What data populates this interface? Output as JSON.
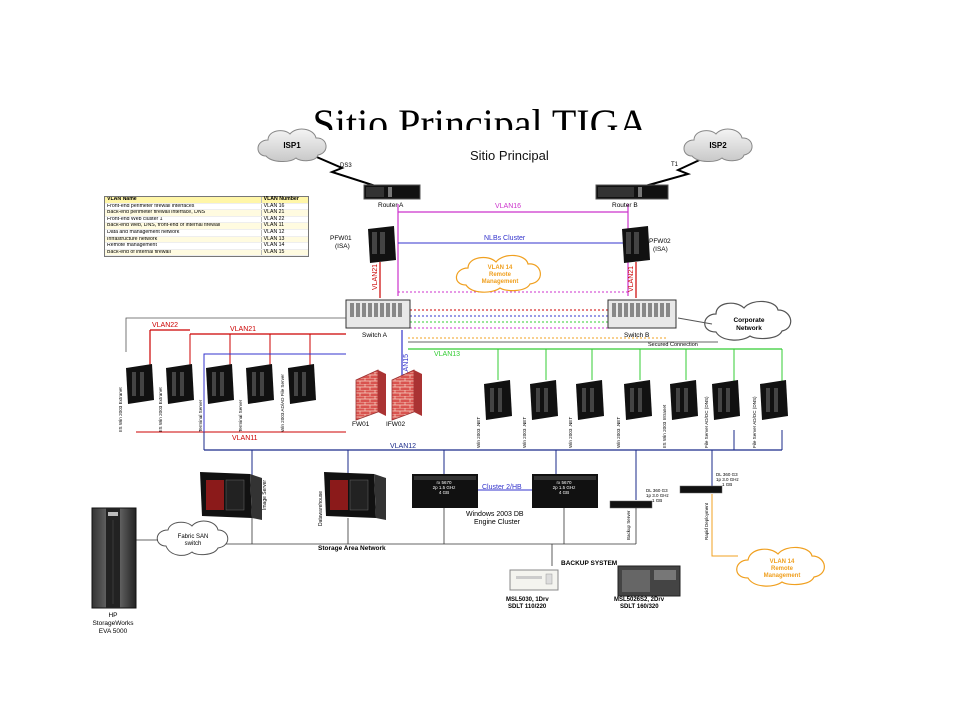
{
  "slide": {
    "title": "Sitio Principal TIGA",
    "subtitle": "Sitio Principal"
  },
  "vlan_table": {
    "headers": [
      "VLAN Name",
      "VLAN Number"
    ],
    "rows": [
      [
        "Front-end perimeter firewall interfaces",
        "VLAN 16"
      ],
      [
        "Back-end perimeter firewall interface, DNS",
        "VLAN 21"
      ],
      [
        "Front-end Web cluster 1",
        "VLAN 22"
      ],
      [
        "Back-end Web, DNS, front-end of internal firewall",
        "VLAN 11"
      ],
      [
        "Data and management network",
        "VLAN 12"
      ],
      [
        "Infrastructure network",
        "VLAN 13"
      ],
      [
        "Remote management",
        "VLAN 14"
      ],
      [
        "Back-end of internal firewall",
        "VLAN 15"
      ]
    ]
  },
  "clouds": {
    "isp1": "ISP1",
    "isp2": "ISP2",
    "corporate_line1": "Corporate",
    "corporate_line2": "Network",
    "remote_top": [
      "VLAN 14",
      "Remote",
      "Management"
    ],
    "remote_bottom": [
      "VLAN 14",
      "Remote",
      "Management"
    ]
  },
  "links": {
    "ds3": "DS3",
    "t1": "T1"
  },
  "routers": {
    "a": "Router A",
    "b": "Router B"
  },
  "firewalls": {
    "pfw01_line1": "PFW01",
    "pfw01_line2": "(ISA)",
    "pfw02_line1": "PFW02",
    "pfw02_line2": "(ISA)",
    "fw01": "FW01",
    "ifw02": "IFW02"
  },
  "switches": {
    "a": "Switch A",
    "b": "Switch B"
  },
  "vlan_labels": {
    "vlan16": "VLAN16",
    "nlbs": "NLBs Cluster",
    "vlan21_left": "VLAN21",
    "vlan21_right": "VLAN21",
    "vlan22": "VLAN22",
    "vlan21_h": "VLAN21",
    "vlan15": "VLAN15",
    "vlan13": "VLAN13",
    "secured": "Secured Connection",
    "vlan11": "VLAN11",
    "vlan12": "VLAN12",
    "cluster": "Cluster 2/HB"
  },
  "servers_left": [
    {
      "label": "IIS Win 2003 Extranet"
    },
    {
      "label": "IIS Win 2003 Extranet"
    },
    {
      "label": "Terminal Server"
    },
    {
      "label": "Terminal Server"
    },
    {
      "label": "Win 2003 AD/AD File Server"
    }
  ],
  "servers_right": [
    {
      "label": "Win 2003 .NET"
    },
    {
      "label": "Win 2003 .NET"
    },
    {
      "label": "Win 2003 .NET"
    },
    {
      "label": "Win 2003 .NET"
    },
    {
      "label": "IIS Win 2003 Intranet"
    },
    {
      "label": "File Server AD/DC (DNS)"
    },
    {
      "label": "File Server AD/DC (DNS)"
    }
  ],
  "storage": {
    "image_server": "Image Server",
    "data_warehouse": "Datawarehouse",
    "db_spec_line1": "rx 5670",
    "db_spec_line2": "2p 1.5 GHz",
    "db_spec_line3": "4 GB",
    "db_cluster_line1": "Windows 2003 DB",
    "db_cluster_line2": "Engine Cluster",
    "dl360_line1": "DL 360 G3",
    "dl360_line2": "1p 3.0 GHz",
    "dl360_line3": "1 GB",
    "dl360_top_line1": "DL 360 G3",
    "dl360_top_line2": "1p 3.0 GHz",
    "dl360_top_line3": "1 GB",
    "backup_server": "Backup Server",
    "rapid_deployment": "Rapid Deployment",
    "fabric_line1": "Fabric SAN",
    "fabric_line2": "switch",
    "san": "Storage Area Network",
    "eva_line1": "HP",
    "eva_line2": "StorageWorks",
    "eva_line3": "EVA 5000",
    "backup_system": "BACKUP SYSTEM",
    "msl5030_line1": "MSL5030, 1Drv",
    "msl5030_line2": "SDLT 110/220",
    "msl5026_line1": "MSL5026S2, 2Drv",
    "msl5026_line2": "SDLT 160/320"
  },
  "colors": {
    "vlan16": "#cc33cc",
    "nlbs": "#3333cc",
    "vlan21": "#cc0000",
    "vlan13": "#33cc33",
    "vlan12": "#1a2a8a",
    "remote": "#f0a020"
  }
}
